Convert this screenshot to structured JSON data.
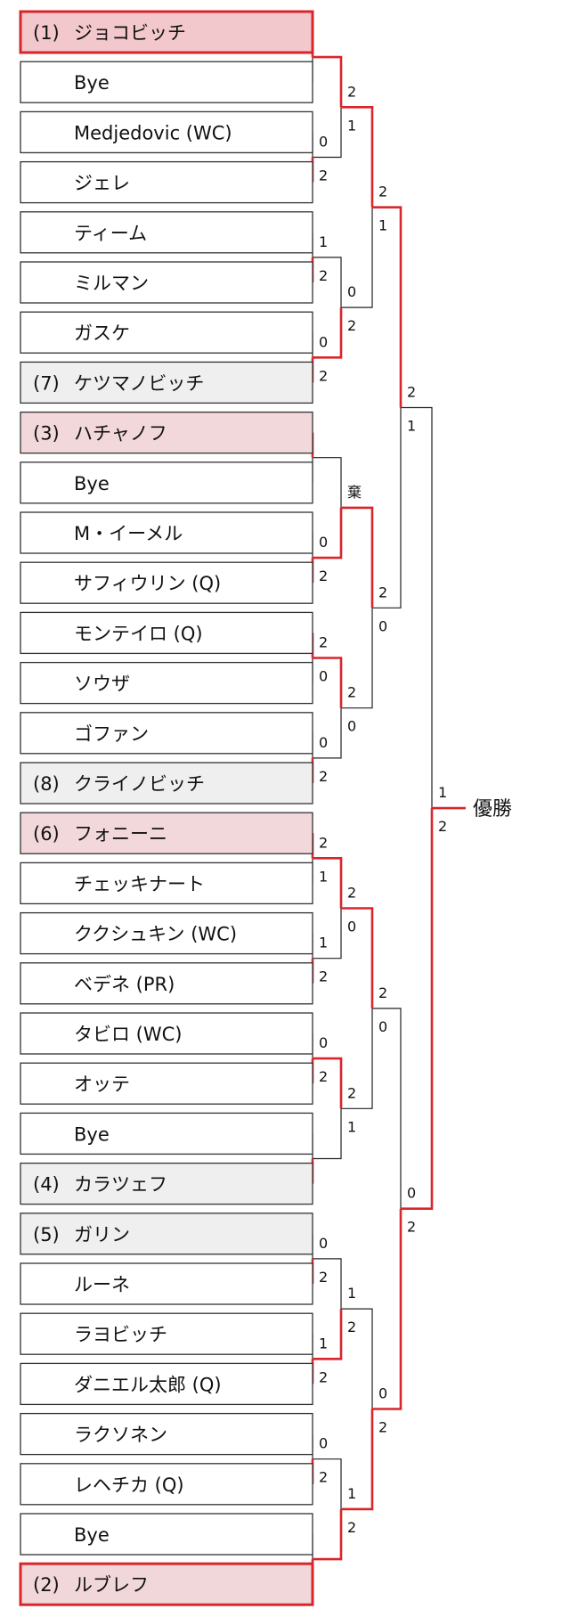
{
  "bracket": {
    "title": "",
    "winner_label": "優勝",
    "colors": {
      "highlight_red": "#d9262b",
      "seed1_fill": "#f3c8cc",
      "seed2_fill": "#f2d7da",
      "top_seed_fill": "#f3d8db",
      "lower_seed_fill": "#efefef",
      "plain_fill": "#ffffff",
      "line_black": "#222222"
    },
    "players": [
      {
        "seed": "(1)",
        "name": "ジョコビッチ",
        "style": "seed1"
      },
      {
        "seed": "",
        "name": "Bye",
        "style": "plain"
      },
      {
        "seed": "",
        "name": "Medjedovic (WC)",
        "style": "plain"
      },
      {
        "seed": "",
        "name": "ジェレ",
        "style": "plain"
      },
      {
        "seed": "",
        "name": "ティーム",
        "style": "plain"
      },
      {
        "seed": "",
        "name": "ミルマン",
        "style": "plain"
      },
      {
        "seed": "",
        "name": "ガスケ",
        "style": "plain"
      },
      {
        "seed": "(7)",
        "name": "ケツマノビッチ",
        "style": "lower"
      },
      {
        "seed": "(3)",
        "name": "ハチャノフ",
        "style": "top"
      },
      {
        "seed": "",
        "name": "Bye",
        "style": "plain"
      },
      {
        "seed": "",
        "name": "M・イーメル",
        "style": "plain"
      },
      {
        "seed": "",
        "name": "サフィウリン (Q)",
        "style": "plain"
      },
      {
        "seed": "",
        "name": "モンテイロ (Q)",
        "style": "plain"
      },
      {
        "seed": "",
        "name": "ソウザ",
        "style": "plain"
      },
      {
        "seed": "",
        "name": "ゴファン",
        "style": "plain"
      },
      {
        "seed": "(8)",
        "name": "クライノビッチ",
        "style": "lower"
      },
      {
        "seed": "(6)",
        "name": "フォニーニ",
        "style": "top"
      },
      {
        "seed": "",
        "name": "チェッキナート",
        "style": "plain"
      },
      {
        "seed": "",
        "name": "ククシュキン (WC)",
        "style": "plain"
      },
      {
        "seed": "",
        "name": "ベデネ (PR)",
        "style": "plain"
      },
      {
        "seed": "",
        "name": "タビロ (WC)",
        "style": "plain"
      },
      {
        "seed": "",
        "name": "オッテ",
        "style": "plain"
      },
      {
        "seed": "",
        "name": "Bye",
        "style": "plain"
      },
      {
        "seed": "(4)",
        "name": "カラツェフ",
        "style": "lower"
      },
      {
        "seed": "(5)",
        "name": "ガリン",
        "style": "lower"
      },
      {
        "seed": "",
        "name": "ルーネ",
        "style": "plain"
      },
      {
        "seed": "",
        "name": "ラヨビッチ",
        "style": "plain"
      },
      {
        "seed": "",
        "name": "ダニエル太郎 (Q)",
        "style": "plain"
      },
      {
        "seed": "",
        "name": "ラクソネン",
        "style": "plain"
      },
      {
        "seed": "",
        "name": "レヘチカ (Q)",
        "style": "plain"
      },
      {
        "seed": "",
        "name": "Bye",
        "style": "plain"
      },
      {
        "seed": "(2)",
        "name": "ルブレフ",
        "style": "seed2"
      }
    ],
    "rounds": [
      [
        {
          "a": "",
          "b": "",
          "winner": "a"
        },
        {
          "a": "0",
          "b": "2",
          "winner": "b"
        },
        {
          "a": "1",
          "b": "2",
          "winner": "b"
        },
        {
          "a": "0",
          "b": "2",
          "winner": "b"
        },
        {
          "a": "",
          "b": "",
          "winner": "a"
        },
        {
          "a": "0",
          "b": "2",
          "winner": "b"
        },
        {
          "a": "2",
          "b": "0",
          "winner": "a"
        },
        {
          "a": "0",
          "b": "2",
          "winner": "b"
        },
        {
          "a": "2",
          "b": "1",
          "winner": "a"
        },
        {
          "a": "1",
          "b": "2",
          "winner": "b"
        },
        {
          "a": "0",
          "b": "2",
          "winner": "b"
        },
        {
          "a": "",
          "b": "",
          "winner": "b"
        },
        {
          "a": "0",
          "b": "2",
          "winner": "b"
        },
        {
          "a": "1",
          "b": "2",
          "winner": "b"
        },
        {
          "a": "0",
          "b": "2",
          "winner": "b"
        },
        {
          "a": "",
          "b": "",
          "winner": "b"
        }
      ],
      [
        {
          "a": "2",
          "b": "1",
          "winner": "a"
        },
        {
          "a": "0",
          "b": "2",
          "winner": "b"
        },
        {
          "a": "棄",
          "b": "",
          "winner": "b"
        },
        {
          "a": "2",
          "b": "0",
          "winner": "a"
        },
        {
          "a": "2",
          "b": "0",
          "winner": "a"
        },
        {
          "a": "2",
          "b": "1",
          "winner": "a"
        },
        {
          "a": "1",
          "b": "2",
          "winner": "b"
        },
        {
          "a": "1",
          "b": "2",
          "winner": "b"
        }
      ],
      [
        {
          "a": "2",
          "b": "1",
          "winner": "a"
        },
        {
          "a": "2",
          "b": "0",
          "winner": "a"
        },
        {
          "a": "2",
          "b": "0",
          "winner": "a"
        },
        {
          "a": "0",
          "b": "2",
          "winner": "b"
        }
      ],
      [
        {
          "a": "2",
          "b": "1",
          "winner": "a"
        },
        {
          "a": "0",
          "b": "2",
          "winner": "b"
        }
      ],
      [
        {
          "a": "1",
          "b": "2",
          "winner": "b"
        }
      ]
    ]
  }
}
